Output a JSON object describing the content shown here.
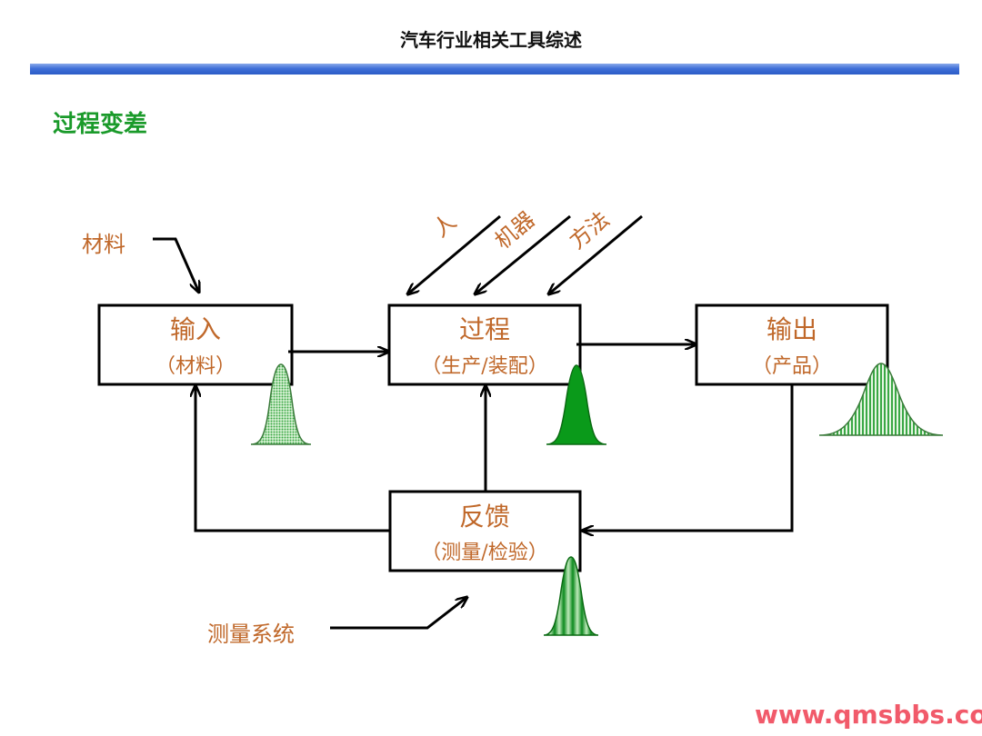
{
  "header": {
    "title": "汽车行业相关工具综述"
  },
  "section": {
    "title": "过程变差"
  },
  "diagram": {
    "boxes": {
      "input": {
        "title": "输入",
        "subtitle": "（材料）"
      },
      "process": {
        "title": "过程",
        "subtitle": "（生产/装配）"
      },
      "output": {
        "title": "输出",
        "subtitle": "（产品）"
      },
      "feedback": {
        "title": "反馈",
        "subtitle": "（测量/检验）"
      }
    },
    "labels": {
      "material": "材料",
      "person": "人",
      "machine": "机器",
      "method": "方法",
      "measurement_system": "测量系统"
    }
  },
  "watermark": {
    "text": "www.qmsbbs.com"
  },
  "colors": {
    "label_text": "#c0682a",
    "section_title": "#1a9a2a",
    "header_bar": "#3f6fd8",
    "watermark": "#f15a6a"
  }
}
